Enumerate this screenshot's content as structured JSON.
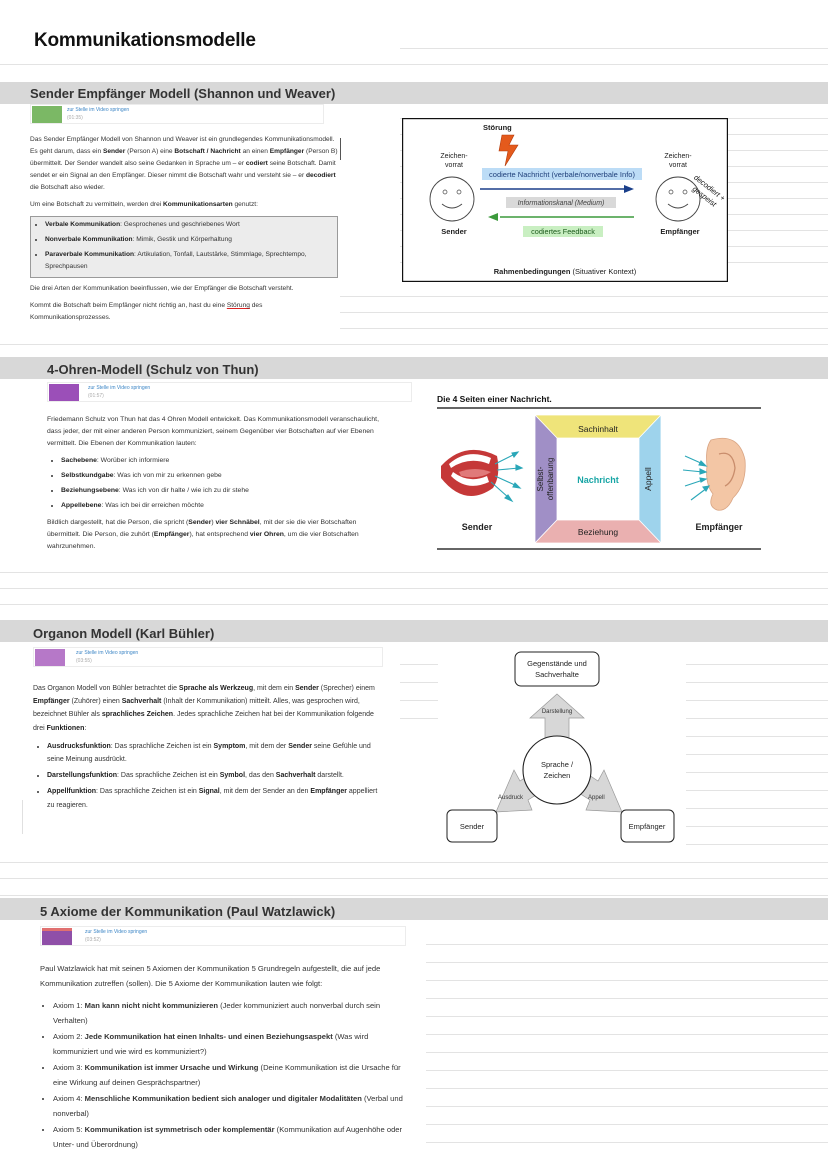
{
  "page": {
    "title": "Kommunikationsmodelle"
  },
  "video_link_label": "zur Stelle im Video springen",
  "sections": [
    {
      "title": "Sender Empfänger Modell (Shannon und Weaver)",
      "video": {
        "time": "(01:35)"
      },
      "p1": [
        "Das Sender Empfänger Modell von Shannon und Weaver ist ein grundlegendes Kommunikationsmodell. Es geht darum, dass ein ",
        "Sender",
        " (Person A) eine ",
        "Botschaft / Nachricht",
        " an einen ",
        "Empfänger",
        " (Person B) übermittelt. Der Sender wandelt also seine Gedanken in Sprache um – er ",
        "codiert",
        " seine Botschaft. Damit sendet er ein Signal an den Empfänger. Dieser nimmt die Botschaft wahr und versteht sie – er ",
        "decodiert",
        " die Botschaft also wieder."
      ],
      "p2": [
        "Um eine Botschaft zu vermitteln, werden drei ",
        "Kommunikationsarten",
        " genutzt:"
      ],
      "list": [
        {
          "term": "Verbale Kommunikation",
          "desc": ": Gesprochenes und geschriebenes Wort"
        },
        {
          "term": "Nonverbale Kommunikation",
          "desc": ": Mimik, Gestik und Körperhaltung"
        },
        {
          "term": "Paraverbale Kommunikation",
          "desc": ": Artikulation, Tonfall, Lautstärke, Stimmlage, Sprechtempo, Sprechpausen"
        }
      ],
      "p3": "Die drei Arten der Kommunikation beeinflussen, wie der Empfänger die Botschaft versteht.",
      "p4": [
        "Kommt die Botschaft beim Empfänger nicht richtig an, hast du eine ",
        "Störung",
        " des Kommunikationsprozesses."
      ],
      "diagram": {
        "stoerung": "Störung",
        "vorrat_l1": "Zeichen-",
        "vorrat_l2": "vorrat",
        "message": "codierte Nachricht (verbale/nonverbale Info)",
        "channel": "Informationskanal (Medium)",
        "feedback": "codiertes Feedback",
        "sender": "Sender",
        "empfaenger": "Empfänger",
        "handwritten_l1": "decodiert +",
        "handwritten_l2": "gespeist",
        "frame_bold": "Rahmenbedingungen",
        "frame_rest": " (Situativer Kontext)"
      }
    },
    {
      "title": "4-Ohren-Modell (Schulz von Thun)",
      "video": {
        "time": "(01:57)"
      },
      "p1": "Friedemann Schulz von Thun hat das 4 Ohren Modell entwickelt. Das Kommunikationsmodell veranschaulicht, dass jeder, der mit einer anderen Person kommuniziert, seinem Gegenüber vier Botschaften auf vier Ebenen vermittelt. Die Ebenen der Kommunikation lauten:",
      "list": [
        {
          "term": "Sachebene",
          "desc": ": Worüber ich informiere"
        },
        {
          "term": "Selbstkundgabe",
          "desc": ": Was ich von mir zu erkennen gebe"
        },
        {
          "term": "Beziehungsebene",
          "desc": ": Was ich von dir halte / wie ich zu dir stehe"
        },
        {
          "term": "Appellebene",
          "desc": ": Was ich bei dir erreichen möchte"
        }
      ],
      "p2": [
        "Bildlich dargestellt, hat die Person, die spricht (",
        "Sender",
        ") ",
        "vier Schnäbel",
        ", mit der sie die vier Botschaften übermittelt. Die Person, die zuhört (",
        "Empfänger",
        "), hat entsprechend ",
        "vier Ohren",
        ", um die vier Botschaften wahrzunehmen."
      ],
      "diagram": {
        "title": "Die 4 Seiten einer Nachricht.",
        "top": "Sachinhalt",
        "left_l1": "Selbst-",
        "left_l2": "offenbarung",
        "right": "Appell",
        "bottom": "Beziehung",
        "center": "Nachricht",
        "sender": "Sender",
        "empfaenger": "Empfänger"
      }
    },
    {
      "title": "Organon Modell (Karl Bühler)",
      "video": {
        "time": "(03:55)"
      },
      "p1": [
        "Das Organon Modell von Bühler betrachtet die ",
        "Sprache als Werkzeug",
        ", mit dem ein ",
        "Sender",
        " (Sprecher) einem ",
        "Empfänger",
        " (Zuhörer) einen ",
        "Sachverhalt",
        " (Inhalt der Kommunikation) mitteilt. Alles, was gesprochen wird, bezeichnet Bühler als ",
        "sprachliches Zeichen",
        ". Jedes sprachliche Zeichen hat bei der Kommunikation folgende drei ",
        "Funktionen",
        ":"
      ],
      "list": [
        [
          "Ausdrucksfunktion",
          ": Das sprachliche Zeichen ist ein ",
          "Symptom",
          ", mit dem der ",
          "Sender",
          " seine Gefühle und seine Meinung ausdrückt."
        ],
        [
          "Darstellungsfunktion",
          ": Das sprachliche Zeichen ist ein ",
          "Symbol",
          ", das den ",
          "Sachverhalt",
          " darstellt."
        ],
        [
          "Appellfunktion",
          ": Das sprachliche Zeichen ist ein ",
          "Signal",
          ", mit dem der Sender an den ",
          "Empfänger",
          " appelliert zu reagieren."
        ]
      ],
      "diagram": {
        "top_l1": "Gegenstände und",
        "top_l2": "Sachverhalte",
        "center_l1": "Sprache /",
        "center_l2": "Zeichen",
        "darstellung": "Darstellung",
        "ausdruck": "Ausdruck",
        "appell": "Appell",
        "sender": "Sender",
        "empfaenger": "Empfänger"
      }
    },
    {
      "title": "5 Axiome der Kommunikation (Paul Watzlawick)",
      "video": {
        "time": "(03:52)"
      },
      "p1": "Paul Watzlawick hat mit seinen 5 Axiomen der Kommunikation 5 Grundregeln aufgestellt, die auf jede Kommunikation zutreffen (sollen). Die 5 Axiome der Kommunikation lauten wie folgt:",
      "list": [
        {
          "pre": "Axiom 1: ",
          "term": "Man kann nicht nicht kommunizieren",
          "desc": " (Jeder kommuniziert auch nonverbal durch sein Verhalten)"
        },
        {
          "pre": "Axiom 2: ",
          "term": "Jede Kommunikation hat einen Inhalts- und einen Beziehungsaspekt",
          "desc": " (Was wird kommuniziert und wie wird es kommuniziert?)"
        },
        {
          "pre": "Axiom 3: ",
          "term": "Kommunikation ist immer Ursache und Wirkung",
          "desc": " (Deine Kommunikation ist die Ursache für eine Wirkung auf deinen Gesprächspartner)"
        },
        {
          "pre": "Axiom 4: ",
          "term": "Menschliche Kommunikation bedient sich analoger und digitaler Modalitäten",
          "desc": " (Verbal und nonverbal)"
        },
        {
          "pre": "Axiom 5: ",
          "term": "Kommunikation ist symmetrisch oder komplementär",
          "desc": " (Kommunikation auf Augenhöhe oder Unter- und Überordnung)"
        }
      ]
    }
  ]
}
